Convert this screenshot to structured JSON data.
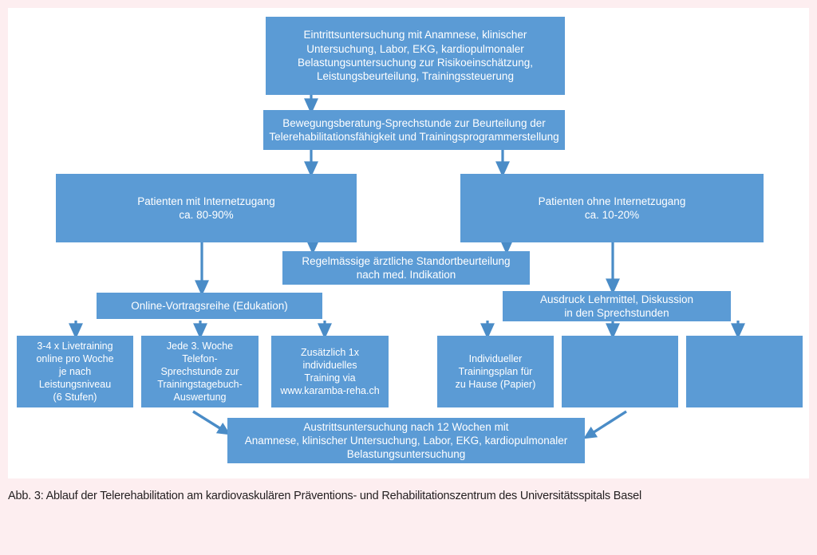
{
  "figure": {
    "caption": "Abb. 3: Ablauf der Telerehabilitation am kardiovaskulären Präventions- und Rehabilitationszentrum des Universitätsspitals Basel",
    "background_color": "#fdeef0",
    "canvas_color": "#ffffff",
    "node_color": "#5b9bd5",
    "node_text_color": "#ffffff",
    "connector_color": "#4a8cc7",
    "caption_text_color": "#231f20"
  },
  "nodes": {
    "intake": "Eintrittsuntersuchung mit Anamnese, klinischer\nUntersuchung, Labor, EKG, kardiopulmonaler\nBelastungsuntersuchung zur Risikoeinschätzung,\nLeistungsbeurteilung, Trainingssteuerung",
    "consultation": "Bewegungsberatung-Sprechstunde zur Beurteilung der\nTelerehabilitationsfähigkeit und Trainingsprogrammerstellung",
    "patients_with_internet": "Patienten mit Internetzugang\nca. 80-90%",
    "patients_without_internet": "Patienten ohne Internetzugang\nca. 10-20%",
    "regular_medical_review": "Regelmässige ärztliche Standortbeurteilung\nnach med. Indikation",
    "online_lecture_series": "Online-Vortragsreihe (Edukation)",
    "printed_material": "Ausdruck Lehrmittel, Diskussion\nin den Sprechstunden",
    "live_training": "3-4 x Livetraining\nonline pro Woche\nje nach\nLeistungsniveau\n(6 Stufen)",
    "phone_consultation": "Jede 3. Woche\nTelefon-\nSprechstunde zur\nTrainingstagebuch-\nAuswertung",
    "individual_training": "Zusätzlich 1x\nindividuelles\nTraining via\nwww.karamba-reha.ch",
    "home_training_plan": "Individueller\nTrainingsplan für\nzu Hause (Papier)",
    "blank_box_1": "",
    "blank_box_2": "",
    "exit_examination": "Austrittsuntersuchung nach 12 Wochen mit\nAnamnese, klinischer Untersuchung, Labor, EKG, kardiopulmonaler\nBelastungsuntersuchung"
  }
}
